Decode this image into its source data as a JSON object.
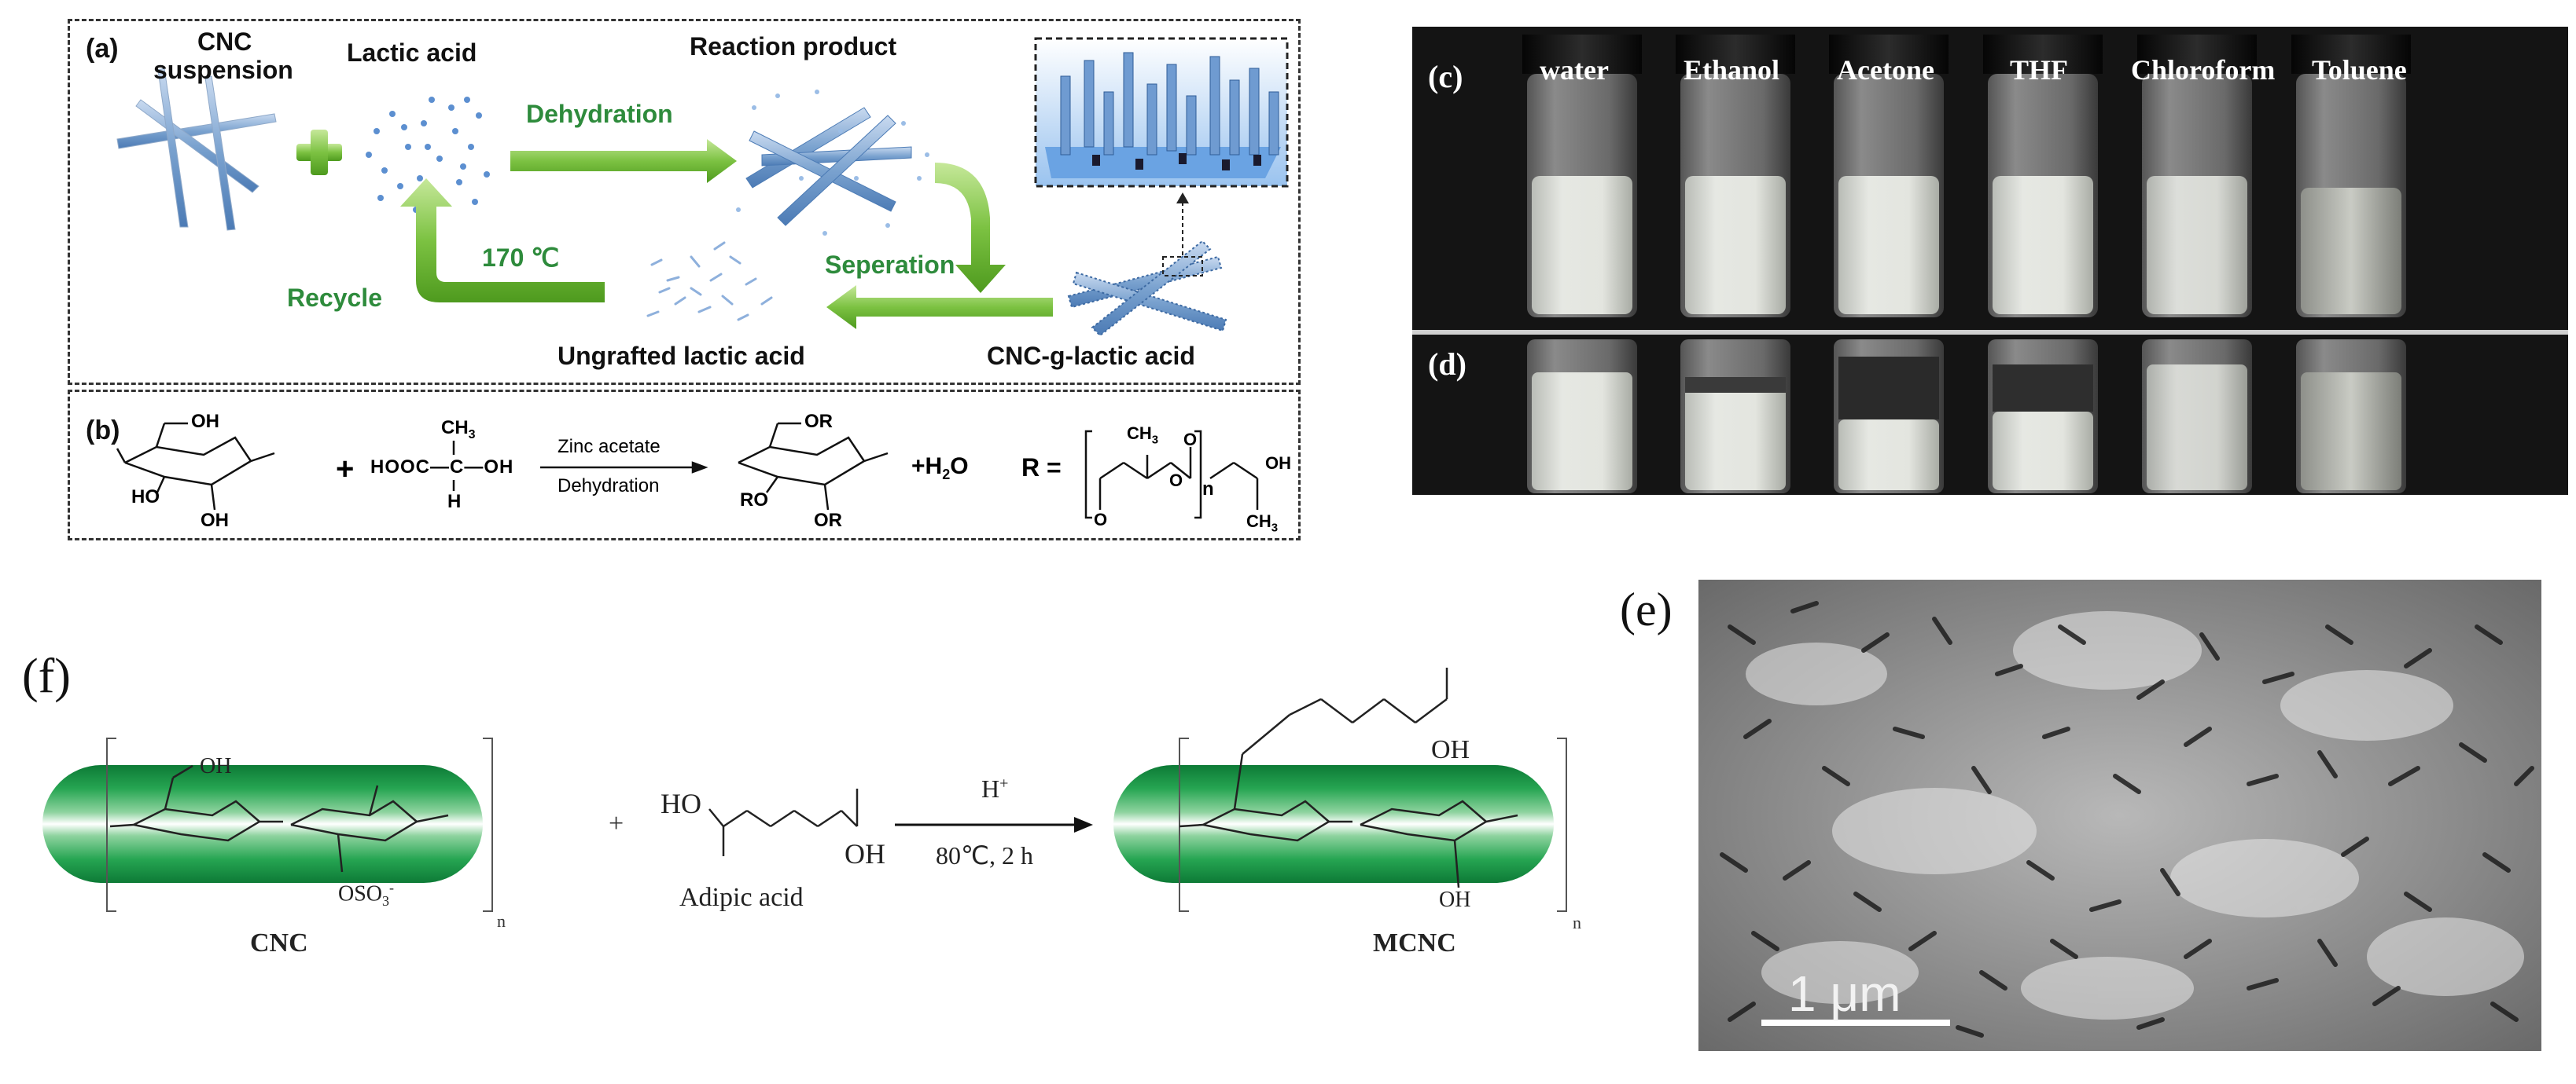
{
  "panel_a": {
    "tag": "(a)",
    "cnc_label_1": "CNC",
    "cnc_label_2": "suspension",
    "lactic_label": "Lactic acid",
    "reaction_label": "Reaction product",
    "dehydration": "Dehydration",
    "temperature": "170 ℃",
    "recycle": "Recycle",
    "separation": "Seperation",
    "ungrafted": "Ungrafted lactic acid",
    "grafted": "CNC-g-lactic acid"
  },
  "panel_b": {
    "tag": "(b)",
    "oh_top": "OH",
    "ho_left": "HO",
    "oh_bottom": "OH",
    "plus": "+",
    "lactic_formula": "HOOC—C—OH",
    "ch3": "CH",
    "ch3_sub": "3",
    "h": "H",
    "catalyst": "Zinc acetate",
    "condition": "Dehydration",
    "or_top": "OR",
    "ro_left": "RO",
    "or_bottom": "OR",
    "water": "+H",
    "water_sub": "2",
    "water_o": "O",
    "r_eq": "R =",
    "n": "n",
    "oh_r": "OH",
    "ch3_r": "CH",
    "o_label": "O"
  },
  "panel_c": {
    "tag": "(c)",
    "solvents": [
      "water",
      "Ethanol",
      "Acetone",
      "THF",
      "Chloroform",
      "Toluene"
    ]
  },
  "panel_d": {
    "tag": "(d)"
  },
  "panel_e": {
    "tag": "(e)",
    "scale": "1 μm"
  },
  "panel_f": {
    "tag": "(f)",
    "cnc": "CNC",
    "mcnc": "MCNC",
    "adipic": "Adipic acid",
    "reagent": "H",
    "reagent_sup": "+",
    "condition": "80℃, 2 h",
    "plus": "+",
    "n": "n",
    "oh": "OH",
    "ho": "HO",
    "oso3": "OSO",
    "oso3_sub": "3",
    "oso3_sup": "-"
  },
  "colors": {
    "arrow_green": "#7cc242",
    "text_green": "#2e8b3c",
    "rod_blue": "#7aa2cf",
    "band_green": "#1f9a4a",
    "photo_bg": "#141414"
  }
}
